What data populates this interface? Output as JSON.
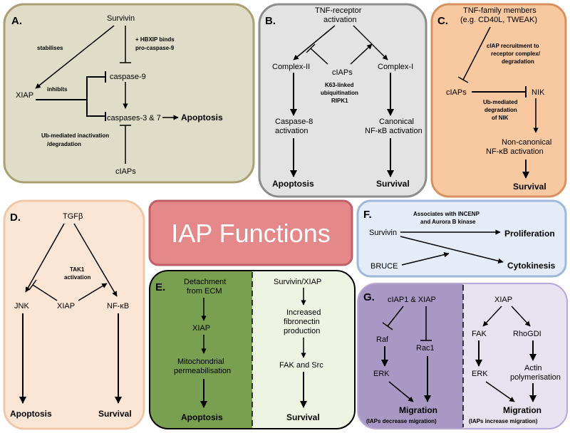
{
  "title": "IAP Functions",
  "panels": {
    "a": {
      "letter": "A.",
      "survivin": "Survivin",
      "stabilises": "stabilises",
      "hbxip_1": "+ HBXIP binds",
      "hbxip_2": "pro-caspase-9",
      "xiap": "XIAP",
      "inhibits": "inhibits",
      "caspase9": "caspase-9",
      "caspases37": "caspases-3 & 7",
      "apoptosis": "Apoptosis",
      "ub_1": "Ub-mediated inactivation",
      "ub_2": "/degradation",
      "ciaps": "cIAPs"
    },
    "b": {
      "letter": "B.",
      "tnf_1": "TNF-receptor",
      "tnf_2": "activation",
      "complex2": "Complex-II",
      "ciaps": "cIAPs",
      "complex1": "Complex-I",
      "k63_1": "K63-linked",
      "k63_2": "ubiquitination",
      "k63_3": "RIPK1",
      "casp8_1": "Caspase-8",
      "casp8_2": "activation",
      "nfkb_1": "Canonical",
      "nfkb_2": "NF-κB activation",
      "apoptosis": "Apoptosis",
      "survival": "Survival"
    },
    "c": {
      "letter": "C.",
      "tnf_1": "TNF-family members",
      "tnf_2": "(e.g. CD40L, TWEAK)",
      "recruit_1": "cIAP recruitment to",
      "recruit_2": "receptor complex/",
      "recruit_3": "degradation",
      "ciaps": "cIAPs",
      "nik": "NIK",
      "ub_1": "Ub-mediated",
      "ub_2": "degradation",
      "ub_3": "of NIK",
      "nc_1": "Non-canonical",
      "nc_2": "NF-κB activation",
      "survival": "Survival"
    },
    "d": {
      "letter": "D.",
      "tgfb": "TGFβ",
      "tak1_1": "TAK1",
      "tak1_2": "activation",
      "jnk": "JNK",
      "xiap": "XIAP",
      "nfkb": "NF-κB",
      "apoptosis": "Apoptosis",
      "survival": "Survival"
    },
    "e": {
      "letter": "E.",
      "detach_1": "Detachment",
      "detach_2": "from ECM",
      "xiap": "XIAP",
      "mito_1": "Mitochondrial",
      "mito_2": "permeabilisation",
      "apoptosis": "Apoptosis",
      "survxiap": "Survivin/XIAP",
      "fib_1": "Increased",
      "fib_2": "fibronectin",
      "fib_3": "production",
      "faksrc": "FAK and Src",
      "survival": "Survival"
    },
    "f": {
      "letter": "F.",
      "survivin": "Survivin",
      "assoc_1": "Associates with INCENP",
      "assoc_2": "and Aurora B kinase",
      "proliferation": "Proliferation",
      "bruce": "BRUCE",
      "cytokinesis": "Cytokinesis"
    },
    "g": {
      "letter": "G.",
      "ciap1xiap": "cIAP1 & XIAP",
      "raf": "Raf",
      "rac1": "Rac1",
      "erk": "ERK",
      "migration": "Migration",
      "decrease": "(IAPs decrease migration)",
      "xiap": "XIAP",
      "fak": "FAK",
      "rhogdi": "RhoGDI",
      "erk2": "ERK",
      "actin_1": "Actin",
      "actin_2": "polymerisation",
      "migration2": "Migration",
      "increase": "(IAPs increase migration)"
    }
  },
  "colors": {
    "panel_a": "#dfddc8",
    "panel_a_border": "#a8a072",
    "panel_b": "#e3e3e3",
    "panel_b_border": "#8c8c8c",
    "panel_c": "#f8c8a0",
    "panel_c_border": "#d89060",
    "panel_d": "#fbe6d6",
    "panel_d_border": "#f0c8a8",
    "panel_e_left": "#78a050",
    "panel_e_right": "#eef4e2",
    "panel_f": "#e4ecf8",
    "panel_f_border": "#a0b8dc",
    "panel_g_left": "#a898c4",
    "panel_g_right": "#e8e2f0",
    "title_box": "#e4888a",
    "title_border": "#c06068"
  }
}
